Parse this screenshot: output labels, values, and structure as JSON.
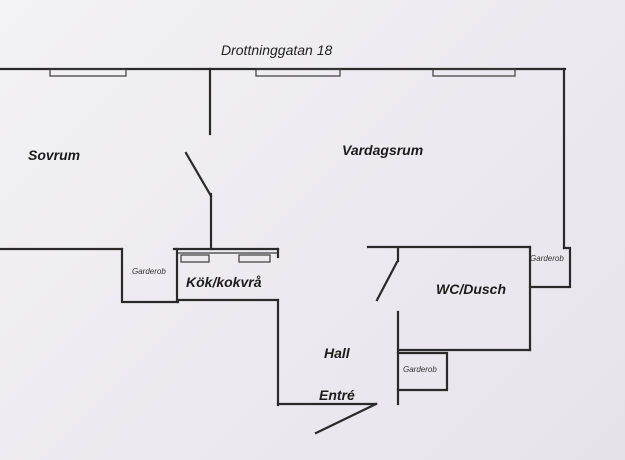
{
  "street": "Drottninggatan 18",
  "rooms": {
    "bedroom": "Sovrum",
    "living_room": "Vardagsrum",
    "kitchen": "Kök/kokvrå",
    "bathroom": "WC/Dusch",
    "hall": "Hall",
    "entrance": "Entré"
  },
  "closets": {
    "left": "Garderob",
    "right": "Garderob",
    "hall": "Garderob"
  }
}
